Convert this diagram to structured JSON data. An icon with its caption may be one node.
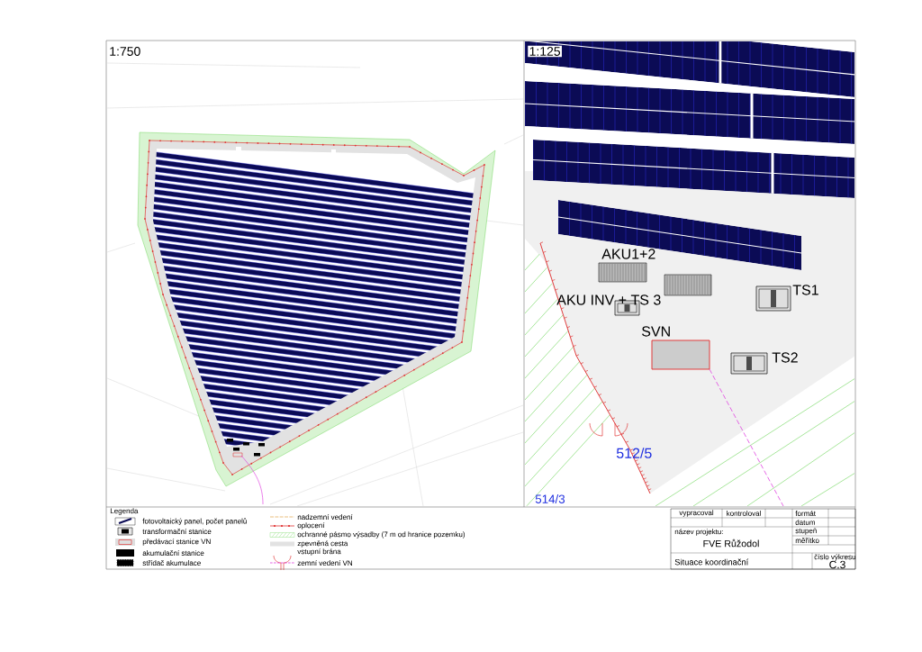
{
  "diagram": {
    "labels": [
      "1:750",
      "1:125",
      "AKU1+2",
      "TS1",
      "AKU INV + TS 3",
      "SVN",
      "TS2",
      "512/5",
      "514/3",
      "Legenda",
      "vypracoval",
      "kontroloval",
      "název projektu:",
      "formát",
      "datum",
      "stupeň",
      "měřítko",
      "FVE Růžodol",
      "číslo výkresu",
      "Situace koordinační",
      "C.3"
    ],
    "legend": [
      {
        "text": "fotovoltaický panel, počet panelů"
      },
      {
        "text": "transformační stanice"
      },
      {
        "text": "předávací stanice VN"
      },
      {
        "text": "akumulační stanice"
      },
      {
        "text": "střídač akumulace"
      },
      {
        "text": "nadzemní vedení"
      },
      {
        "text": "oplocení"
      },
      {
        "text": "ochranné pásmo výsadby (7 m od hranice pozemku)"
      },
      {
        "text": "zpevněná cesta"
      },
      {
        "text": "vstupní brána"
      },
      {
        "text": "zemní vedení VN"
      }
    ]
  }
}
